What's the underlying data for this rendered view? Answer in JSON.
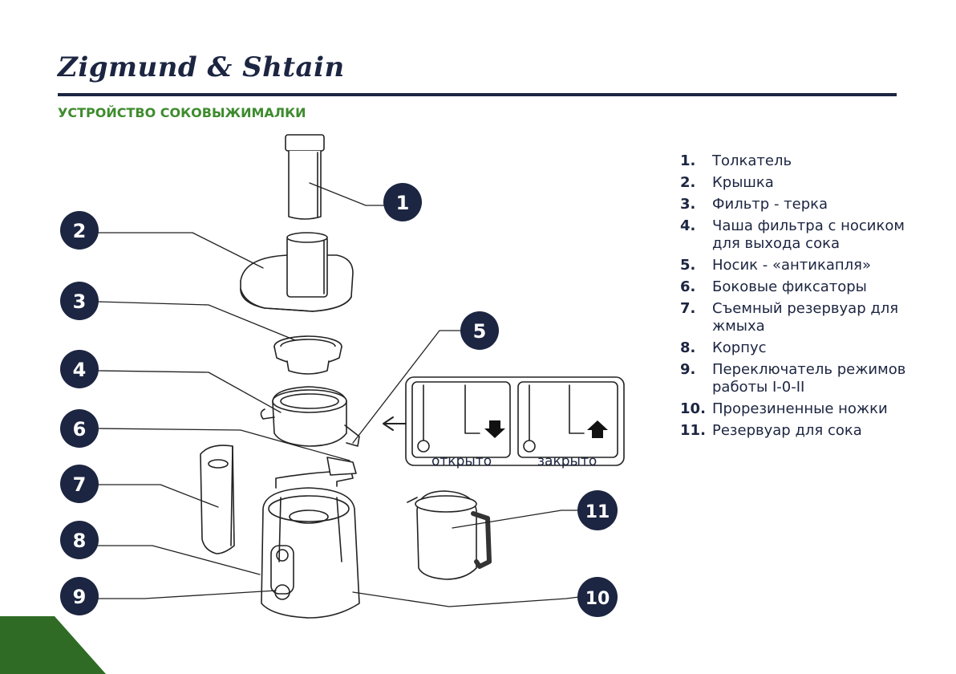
{
  "header": {
    "brand": "Zigmund & Shtain",
    "section_title": "УСТРОЙСТВО СОКОВЫЖИМАЛКИ"
  },
  "callouts": [
    "1",
    "2",
    "3",
    "4",
    "5",
    "6",
    "7",
    "8",
    "9",
    "10",
    "11"
  ],
  "valve_states": {
    "open": "открыто",
    "closed": "закрыто"
  },
  "legend": [
    {
      "num": "1",
      "text": "Толкатель"
    },
    {
      "num": "2",
      "text": "Крышка"
    },
    {
      "num": "3",
      "text": "Фильтр - терка"
    },
    {
      "num": "4",
      "text": "Чаша фильтра с носиком для выхода сока"
    },
    {
      "num": "5",
      "text": "Носик - «антикапля»"
    },
    {
      "num": "6",
      "text": "Боковые фиксаторы"
    },
    {
      "num": "7",
      "text": "Съемный резервуар для жмыха"
    },
    {
      "num": "8",
      "text": "Корпус"
    },
    {
      "num": "9",
      "text": "Переключатель режимов работы I-0-II"
    },
    {
      "num": "10",
      "text": "Прорезиненные ножки"
    },
    {
      "num": "11",
      "text": "Резервуар для сока"
    }
  ],
  "colors": {
    "navy": "#1c2541",
    "green": "#3e8b2e",
    "corner_green": "#2f6b25"
  }
}
